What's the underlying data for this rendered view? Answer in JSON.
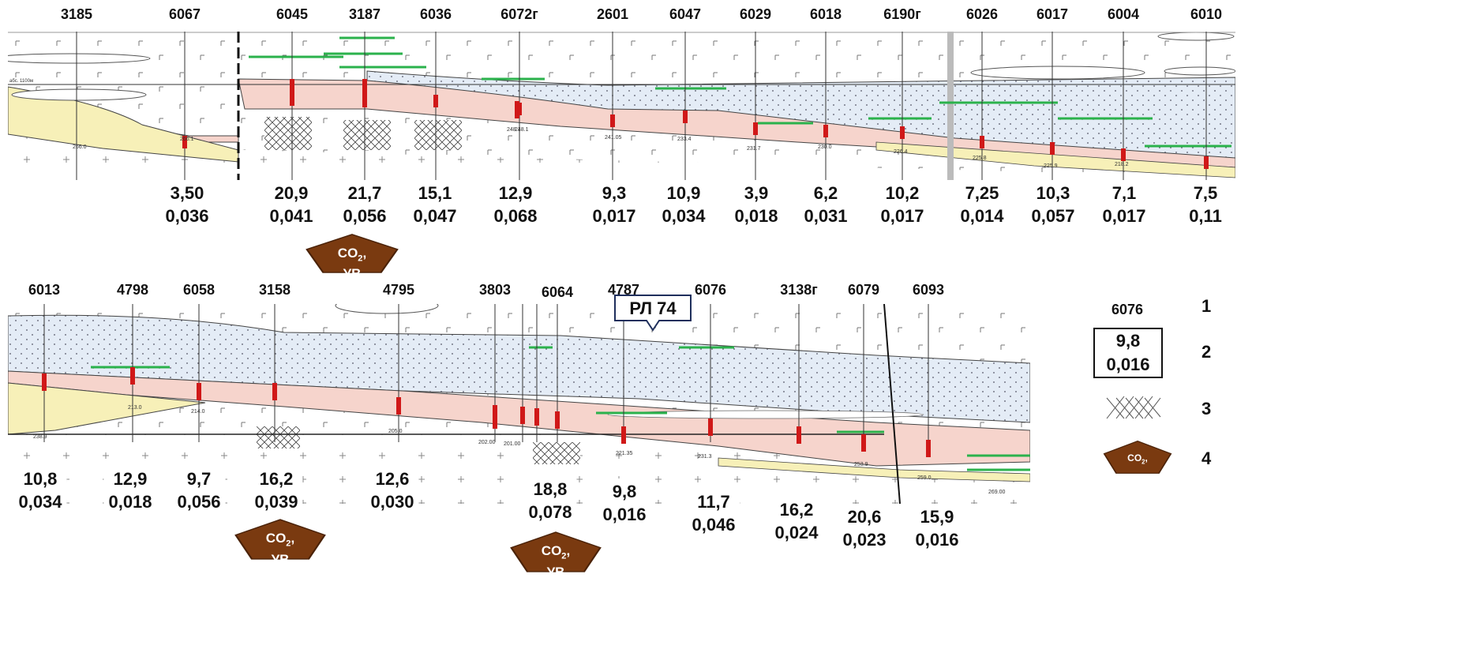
{
  "top_section": {
    "wells": [
      "3185",
      "6067",
      "6045",
      "3187",
      "6036",
      "6072г",
      "2601",
      "6047",
      "6029",
      "6018",
      "6190г",
      "6026",
      "6017",
      "6004",
      "6010"
    ],
    "measurements": [
      {
        "a": "3,50",
        "b": "0,036"
      },
      {
        "a": "20,9",
        "b": "0,041"
      },
      {
        "a": "21,7",
        "b": "0,056"
      },
      {
        "a": "15,1",
        "b": "0,047"
      },
      {
        "a": "12,9",
        "b": "0,068"
      },
      {
        "a": "9,3",
        "b": "0,017"
      },
      {
        "a": "10,9",
        "b": "0,034"
      },
      {
        "a": "3,9",
        "b": "0,018"
      },
      {
        "a": "6,2",
        "b": "0,031"
      },
      {
        "a": "10,2",
        "b": "0,017"
      },
      {
        "a": "7,25",
        "b": "0,014"
      },
      {
        "a": "10,3",
        "b": "0,057"
      },
      {
        "a": "7,1",
        "b": "0,017"
      },
      {
        "a": "7,5",
        "b": "0,11"
      }
    ],
    "depth_labels": [
      "266.0",
      "266.1",
      "248.1",
      "248.1",
      "241.05",
      "233.4",
      "231.7",
      "230.0",
      "226.4",
      "225.8",
      "225.9",
      "218.2"
    ],
    "scale_note": "абс. 1100м"
  },
  "bottom_section": {
    "wells": [
      "6013",
      "4798",
      "6058",
      "3158",
      "4795",
      "3803",
      "6064",
      "4787",
      "6076",
      "3138г",
      "6079",
      "6093"
    ],
    "measurements": [
      {
        "a": "10,8",
        "b": "0,034"
      },
      {
        "a": "12,9",
        "b": "0,018"
      },
      {
        "a": "9,7",
        "b": "0,056"
      },
      {
        "a": "16,2",
        "b": "0,039"
      },
      {
        "a": "12,6",
        "b": "0,030"
      },
      {
        "a": "18,8",
        "b": "0,078"
      },
      {
        "a": "9,8",
        "b": "0,016"
      },
      {
        "a": "11,7",
        "b": "0,046"
      },
      {
        "a": "16,2",
        "b": "0,024"
      },
      {
        "a": "20,6",
        "b": "0,023"
      },
      {
        "a": "15,9",
        "b": "0,016"
      }
    ],
    "depth_labels": [
      "238.9",
      "213.0",
      "214.0",
      "205.0",
      "202.00",
      "201.00",
      "221.35",
      "231.3",
      "253.9",
      "259.0",
      "269.00"
    ]
  },
  "pentagon_label": {
    "main": "CO",
    "sub": "2",
    "tail": ",",
    "line2": "УВ"
  },
  "rl_label": "РЛ 74",
  "legend": {
    "items": [
      {
        "num": "1",
        "sample_well": "6076"
      },
      {
        "num": "2",
        "sample_a": "9,8",
        "sample_b": "0,016"
      },
      {
        "num": "3"
      },
      {
        "num": "4"
      }
    ]
  },
  "colors": {
    "pentagon": "#7a3a10",
    "red_layer": "#f6d4cc",
    "yellow": "#f7f0b8",
    "blue": "#e4ecf6",
    "green": "#2bb24c",
    "well_red": "#d01818"
  }
}
